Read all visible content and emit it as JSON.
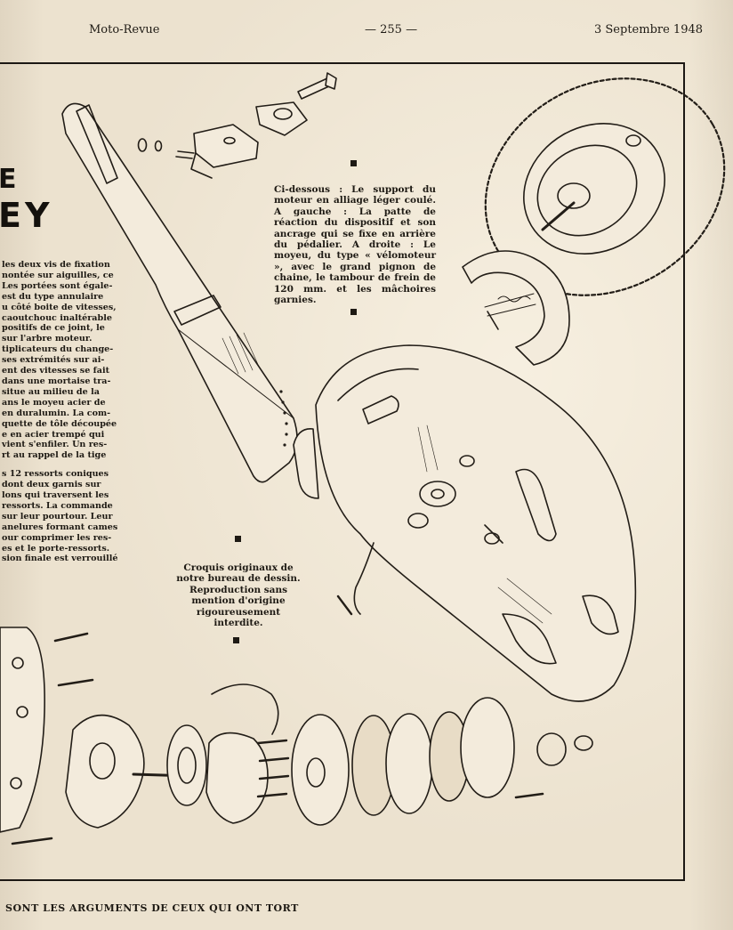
{
  "header": {
    "journal": "Moto-Revue",
    "page_number": "— 255 —",
    "date": "3 Septembre 1948"
  },
  "headline": {
    "line1": "E",
    "line2": "EY"
  },
  "article": {
    "paragraphs": [
      "les deux vis de fixation",
      "nontée sur aiguilles, ce",
      "Les portées sont égale-",
      "est du type annulaire",
      "u côté boite de vitesses,",
      "caoutchouc inaltérable",
      "positifs de ce joint, le",
      "sur l'arbre moteur.",
      "tiplicateurs du change-",
      "ses extrémités sur ai-",
      "ent des vitesses se fait",
      "dans une mortaise tra-",
      "situe au milieu de la",
      "ans le moyeu acier de",
      "en duralumin. La com-",
      "quette de tôle découpée",
      "e en acier trempé qui",
      "vient s'enfiler. Un res-",
      "rt au rappel de la tige",
      "",
      "s 12 ressorts coniques",
      "dont deux garnis sur",
      "lons qui traversent les",
      "ressorts. La commande",
      "sur leur pourtour. Leur",
      "anelures formant cames",
      "our comprimer les res-",
      "es et le porte-ressorts.",
      "sion finale est verrouillé"
    ]
  },
  "captions": {
    "top": "Ci-dessous : Le support du moteur en alliage léger coulé. A gauche : La patte de réaction du dispositif et son ancrage qui se fixe en arrière du pédalier. A droite : Le moyeu, du type « vélomoteur », avec le grand pignon de chaine, le tambour de frein de 120 mm. et les mâchoires garnies.",
    "bottom": "Croquis originaux de notre bureau de dessin. Reproduction sans mention d'origine rigoureusement interdite."
  },
  "footer": {
    "slogan": "SONT LES ARGUMENTS DE CEUX QUI ONT TORT"
  },
  "colors": {
    "ink": "#1e1a14",
    "paper": "#ece2cf"
  }
}
